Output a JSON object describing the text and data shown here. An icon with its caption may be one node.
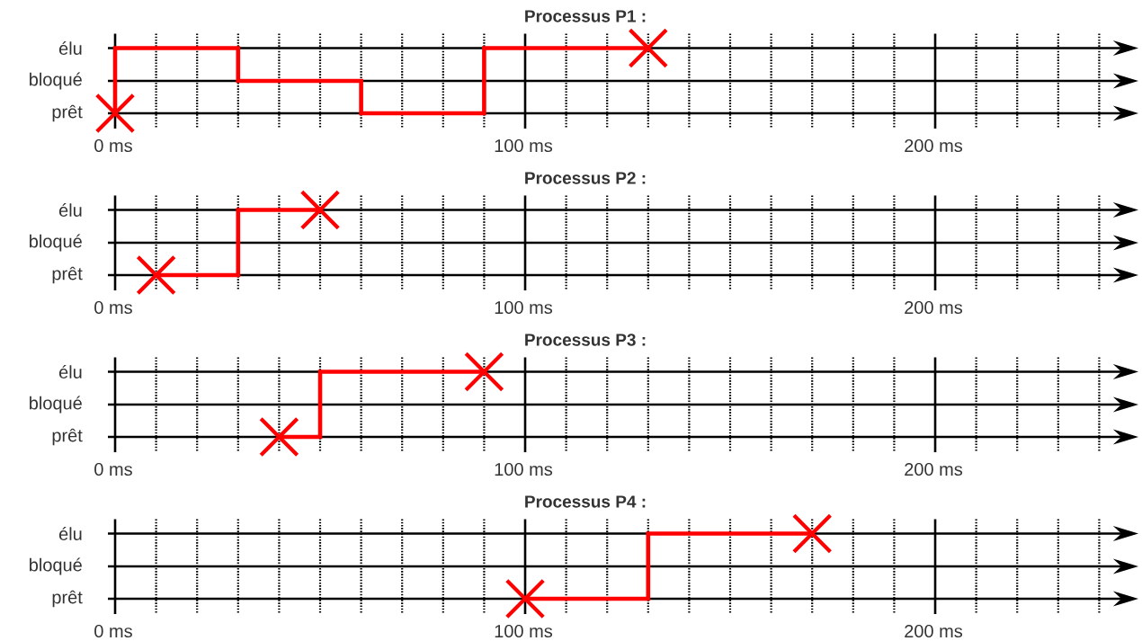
{
  "diagram": {
    "nodes": [
      {
        "text": [],
        "shape": "cross"
      },
      {
        "text": [],
        "shape": "cross"
      },
      {
        "text": [],
        "shape": "cross"
      },
      {
        "text": [],
        "shape": "cross"
      },
      {
        "text": [],
        "shape": "cross"
      },
      {
        "text": [],
        "shape": "cross"
      },
      {
        "text": [],
        "shape": "cross"
      },
      {
        "text": [],
        "shape": "cross"
      }
    ],
    "edges": [
      {
        "from": 0,
        "to": 1,
        "arrow": "none"
      },
      {
        "from": 2,
        "to": 3,
        "arrow": "none"
      },
      {
        "from": 4,
        "to": 5,
        "arrow": "none"
      },
      {
        "from": 6,
        "to": 7,
        "arrow": "none"
      }
    ],
    "labels": [
      "Processus P1 :",
      "élu",
      "bloqué",
      "prêt",
      "0 ms",
      "100 ms",
      "200 ms",
      "Processus P2 :",
      "élu",
      "bloqué",
      "prêt",
      "0 ms",
      "100 ms",
      "200 ms",
      "Processus P3 :",
      "élu",
      "bloqué",
      "prêt",
      "0 ms",
      "100 ms",
      "200 ms",
      "Processus P4 :",
      "élu",
      "bloqué",
      "prêt",
      "0 ms",
      "100 ms",
      "200 ms"
    ]
  }
}
